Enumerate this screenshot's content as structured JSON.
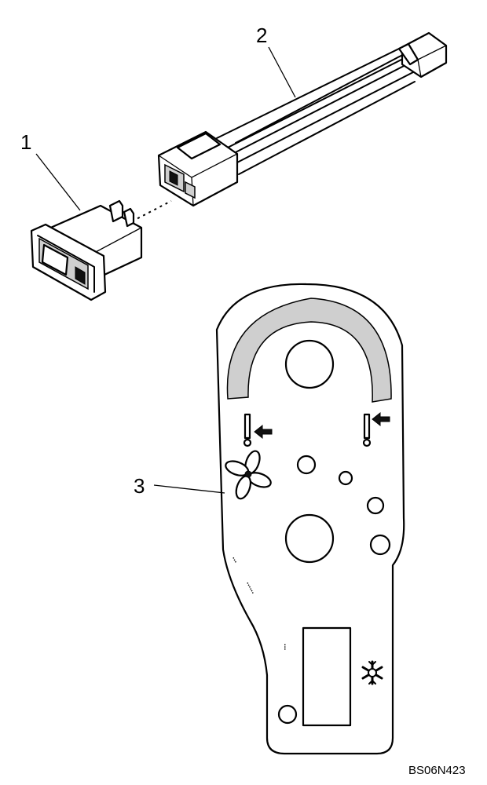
{
  "callouts": [
    {
      "number": "1",
      "part": "rocker switch"
    },
    {
      "number": "2",
      "part": "wire harness"
    },
    {
      "number": "3",
      "part": "control panel plate"
    }
  ],
  "figure_id": "BS06N423",
  "panel_small_text": [
    "...",
    "......",
    "..."
  ],
  "icons": [
    "fan-icon",
    "snowflake-icon",
    "arrow-left-icon"
  ]
}
